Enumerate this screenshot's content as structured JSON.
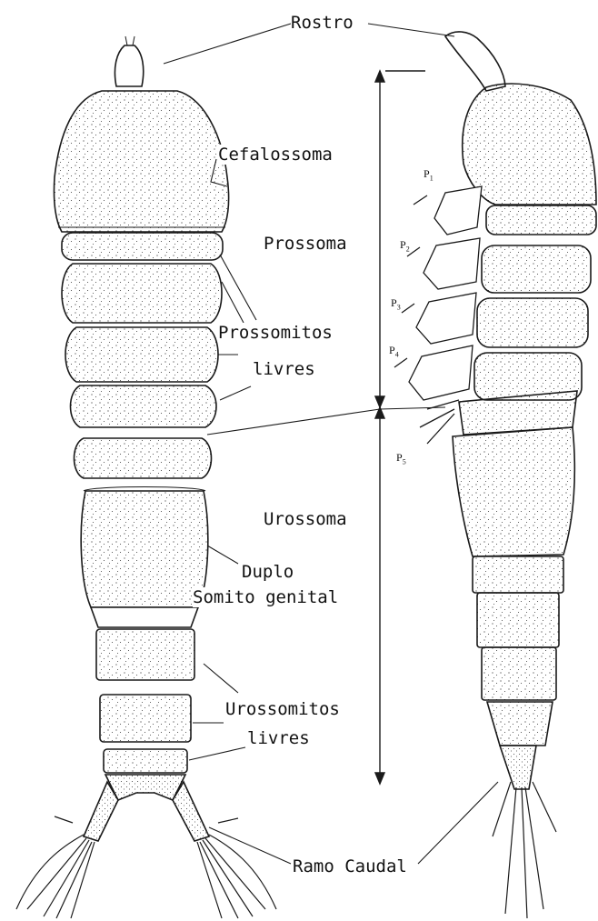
{
  "labels": {
    "rostro": "Rostro",
    "cefalossoma": "Cefalossoma",
    "prossoma": "Prossoma",
    "prossomitos": "Prossomitos",
    "prossomitos_livres": "livres",
    "urossoma": "Urossoma",
    "duplo": "Duplo",
    "somito_genital": "Somito genital",
    "urossomitos": "Urossomitos",
    "urossomitos_livres": "livres",
    "ramo_caudal": "Ramo Caudal"
  },
  "legs": [
    {
      "p": "P",
      "n": "1"
    },
    {
      "p": "P",
      "n": "2"
    },
    {
      "p": "P",
      "n": "3"
    },
    {
      "p": "P",
      "n": "4"
    },
    {
      "p": "P",
      "n": "5"
    }
  ],
  "colors": {
    "ink": "#1a1a1a",
    "paper": "#ffffff"
  }
}
